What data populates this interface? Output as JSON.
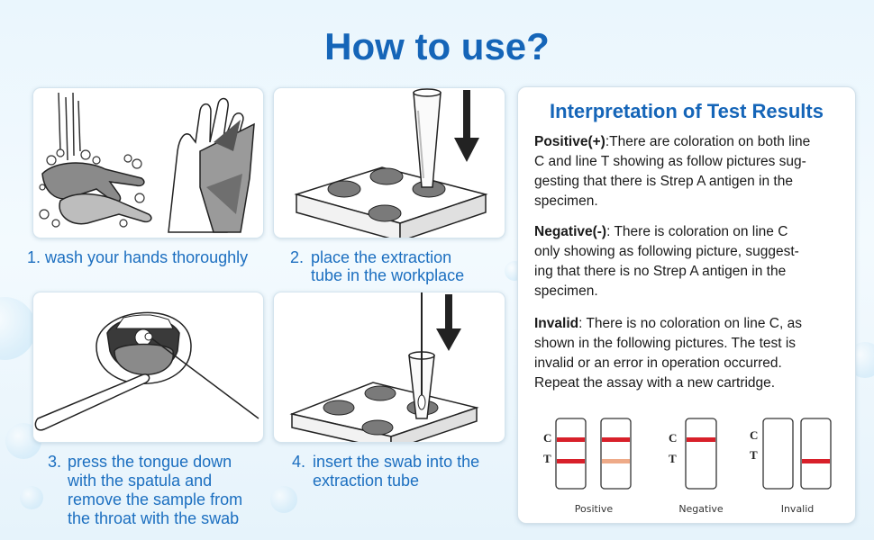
{
  "title": "How to use?",
  "steps": [
    {
      "number": "1.",
      "lines": [
        "wash your hands thoroughly"
      ]
    },
    {
      "number": "2.",
      "lines": [
        "place the extraction",
        "tube in the workplace"
      ]
    },
    {
      "number": "3.",
      "lines": [
        "press the tongue down",
        "with the spatula and",
        "remove the sample from",
        "the throat with the swab"
      ]
    },
    {
      "number": "4.",
      "lines": [
        "insert the swab into the",
        "extraction tube"
      ]
    }
  ],
  "results": {
    "heading": "Interpretation of Test Results",
    "positive": {
      "term": "Positive(+)",
      "lines": [
        ":There are coloration on both line",
        "C and line T showing as follow pictures sug-",
        "gesting that there is Strep A antigen in the",
        "specimen."
      ]
    },
    "negative": {
      "term": "Negative(-)",
      "lines": [
        ": There is coloration on line C",
        "only showing as following picture, suggest-",
        "ing that there is no Strep A antigen in the",
        "specimen."
      ]
    },
    "invalid": {
      "term": "Invalid",
      "lines": [
        ": There is no coloration on line C, as",
        "shown in the following pictures. The test is",
        "invalid or an error in operation occurred.",
        "Repeat the assay with a new cartridge."
      ]
    },
    "diagram": {
      "line_c": "C",
      "line_t": "T",
      "labels": [
        "Positive",
        "Negative",
        "Invalid"
      ],
      "colors": {
        "strong_line": "#d8202a",
        "faint_line": "#eeaa88"
      }
    }
  }
}
